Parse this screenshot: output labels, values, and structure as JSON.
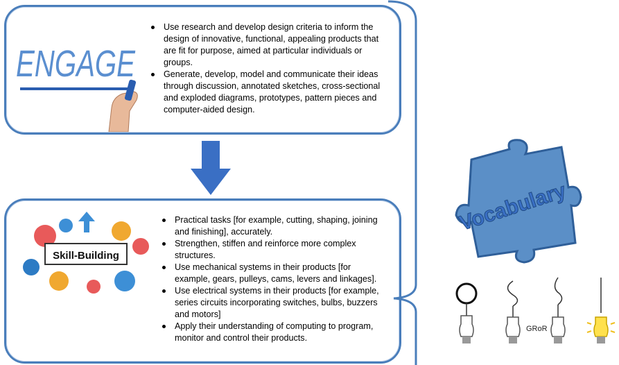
{
  "engage": {
    "image_word": "ENGAGE",
    "bullets": [
      "Use research and develop design criteria to inform the design of innovative, functional, appealing products that are fit for purpose, aimed at particular individuals or groups.",
      " Generate, develop, model and communicate their ideas through discussion, annotated sketches, cross-sectional and exploded diagrams, prototypes, pattern pieces and computer-aided design."
    ]
  },
  "skill": {
    "image_word": "Skill-Building",
    "bullets": [
      "Practical tasks [for example, cutting, shaping, joining and finishing], accurately.",
      "Strengthen, stiffen and reinforce more complex structures.",
      "Use mechanical systems in their products [for example, gears, pulleys, cams, levers and linkages].",
      "Use electrical systems in their products [for example, series circuits incorporating switches, bulbs, buzzers and motors]",
      "Apply their understanding of computing to program, monitor and control their products."
    ]
  },
  "vocab": {
    "puzzle_word": "Vocabulary"
  },
  "bulbs": {
    "caption": "GRoR"
  },
  "colors": {
    "border": "#4a7ebb",
    "arrow": "#3a6fc4",
    "puzzle": "#5b8fc7",
    "brace": "#4a7ebb"
  },
  "icons": [
    "down-arrow-icon",
    "puzzle-piece-icon",
    "light-bulb-icon",
    "hand-marker-icon"
  ]
}
